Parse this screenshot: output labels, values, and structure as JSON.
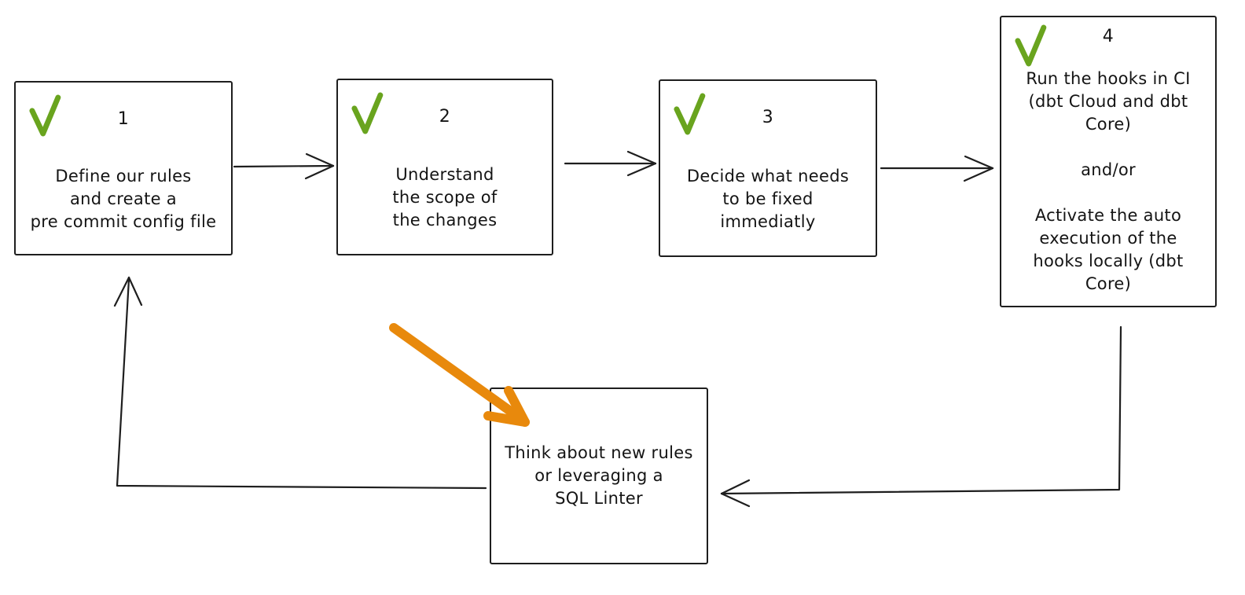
{
  "colors": {
    "check_green": "#69a41e",
    "arrow_orange": "#e8890c",
    "connector_black": "#1e1e1e"
  },
  "steps": [
    {
      "number": "1",
      "checked": true,
      "text": "Define our rules\nand create a\npre commit config file"
    },
    {
      "number": "2",
      "checked": true,
      "text": "Understand\nthe scope of\nthe changes"
    },
    {
      "number": "3",
      "checked": true,
      "text": "Decide what needs\nto be fixed\nimmediatly"
    },
    {
      "number": "4",
      "checked": true,
      "text": "Run the hooks in CI\n(dbt Cloud and dbt\nCore)\n\nand/or\n\nActivate the auto\nexecution of the\nhooks locally (dbt\nCore)"
    }
  ],
  "feedback_box": {
    "text": "Think about new rules\nor leveraging a\nSQL Linter"
  },
  "connectors": [
    {
      "name": "arrow-step1-to-step2",
      "direction": "right"
    },
    {
      "name": "arrow-step2-to-step3",
      "direction": "right"
    },
    {
      "name": "arrow-step3-to-step4",
      "direction": "right"
    },
    {
      "name": "arrow-step4-to-feedback",
      "direction": "down-left"
    },
    {
      "name": "arrow-feedback-to-step1",
      "direction": "left-up"
    },
    {
      "name": "orange-highlight-arrow",
      "direction": "down-right"
    }
  ]
}
